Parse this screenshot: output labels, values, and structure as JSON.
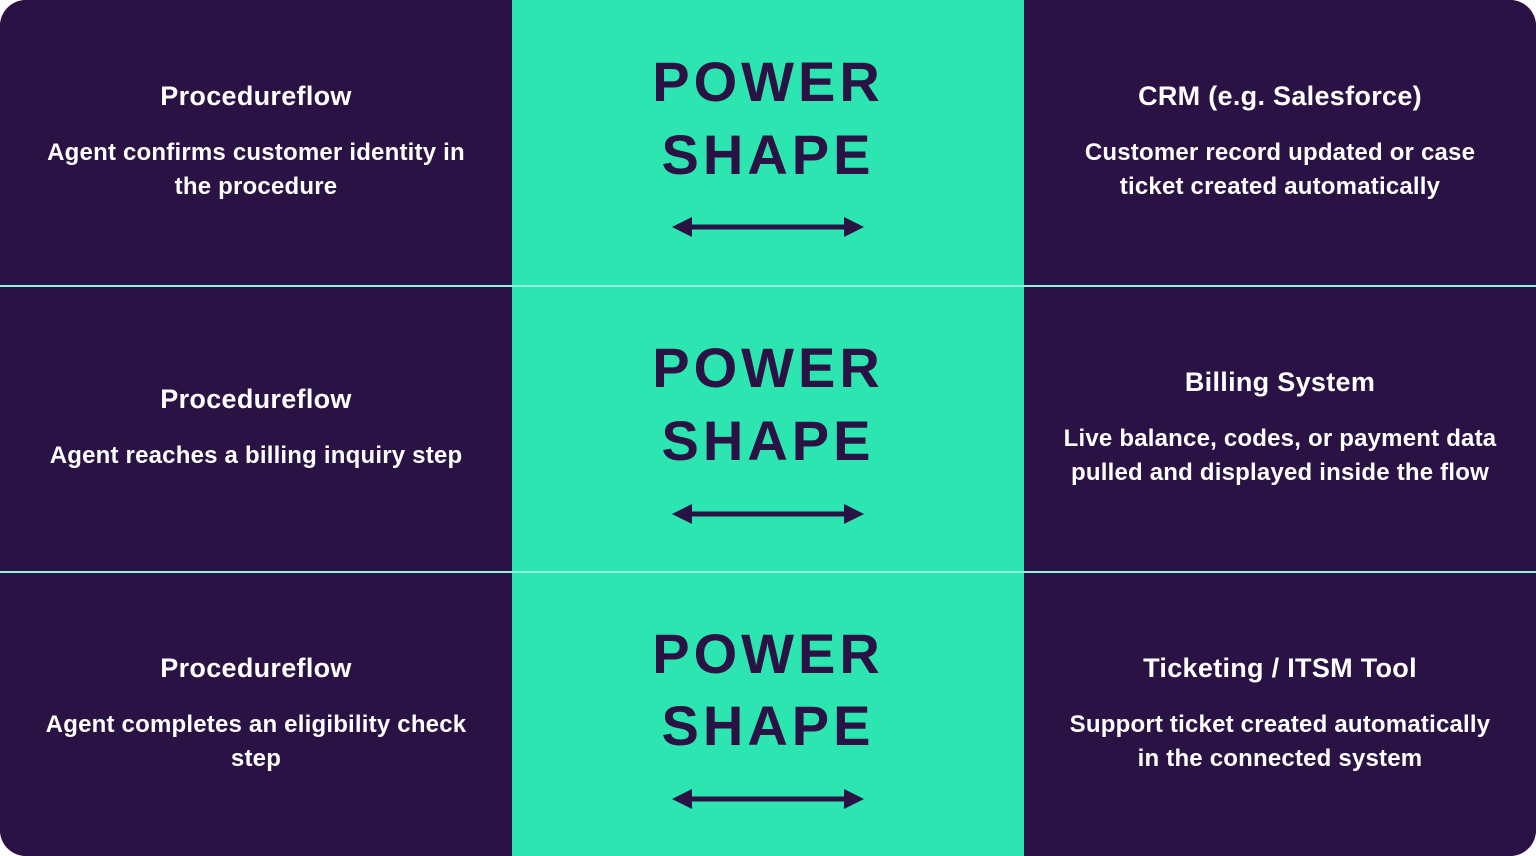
{
  "theme": {
    "dark_purple": "#2A1245",
    "teal": "#2CE5B1",
    "text_light": "#FFFFFF",
    "divider": "#8FF0DC"
  },
  "icons": {
    "double_arrow": "bidirectional horizontal arrow"
  },
  "rows": [
    {
      "left": {
        "title": "Procedureflow",
        "description": "Agent confirms customer identity in the procedure"
      },
      "center": {
        "line1": "POWER",
        "line2": "SHAPE",
        "arrow_icon": "double-arrow"
      },
      "right": {
        "title": "CRM (e.g. Salesforce)",
        "description": "Customer record updated or case ticket created automatically"
      }
    },
    {
      "left": {
        "title": "Procedureflow",
        "description": "Agent reaches a billing inquiry step"
      },
      "center": {
        "line1": "POWER",
        "line2": "SHAPE",
        "arrow_icon": "double-arrow"
      },
      "right": {
        "title": "Billing System",
        "description": "Live balance, codes, or payment data pulled and displayed inside the flow"
      }
    },
    {
      "left": {
        "title": "Procedureflow",
        "description": "Agent completes an eligibility check step"
      },
      "center": {
        "line1": "POWER",
        "line2": "SHAPE",
        "arrow_icon": "double-arrow"
      },
      "right": {
        "title": "Ticketing / ITSM Tool",
        "description": "Support ticket created automatically in the connected system"
      }
    }
  ]
}
